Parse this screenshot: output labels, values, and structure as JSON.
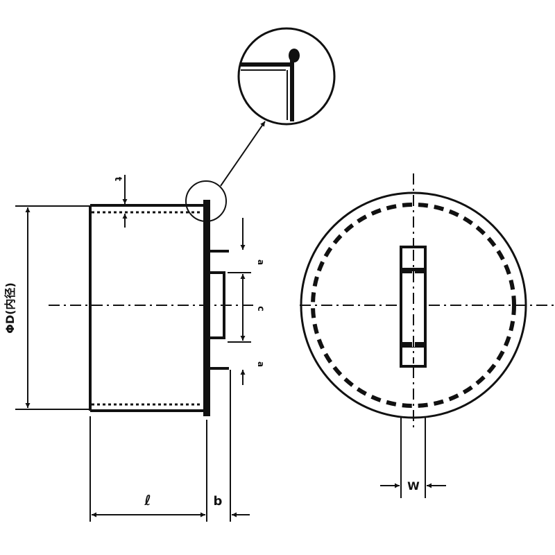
{
  "labels": {
    "diameter": "ΦD(内径)",
    "thickness": "t",
    "length": "ℓ",
    "flange": "b",
    "gap": "a",
    "slot": "c",
    "width": "W"
  }
}
